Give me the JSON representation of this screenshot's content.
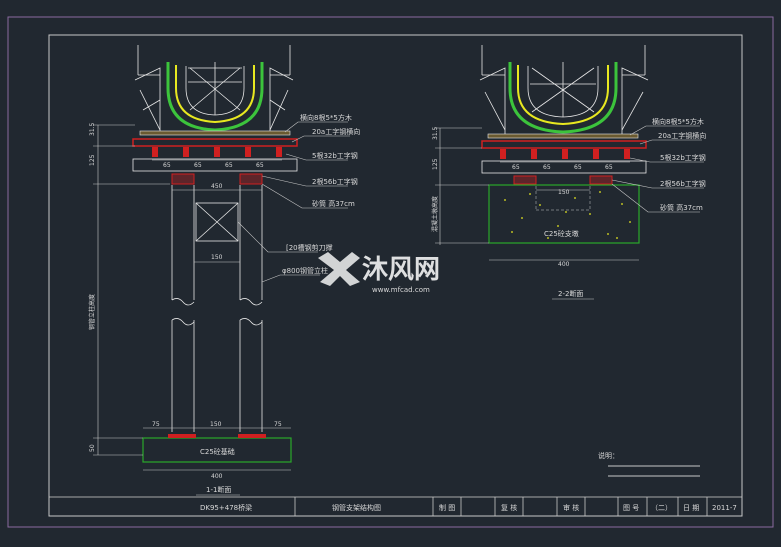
{
  "drawing": {
    "colors": {
      "background": "#212830",
      "frame": "#c8c8c8",
      "frame_outer": "#8a6aa0",
      "steel": "#e8e8e8",
      "pipe_green": "#3cc43c",
      "pipe_yellow": "#e8e820",
      "beam_red": "#d02020",
      "concrete_green": "#2aa82a",
      "dimension": "#c8c8c8"
    },
    "section_1": {
      "title": "1-1断面",
      "labels": {
        "wood": "横向8根5*5方木",
        "i_beam_20a": "20a工字钢横向",
        "i_beam_5x": "5根32b工字钢",
        "i_beam_2x": "2根56b工字钢",
        "sand": "砂筒 高37cm",
        "brace": "[20槽钢剪刀撑",
        "pile": "φ800钢管立柱"
      },
      "dims": {
        "d1": "31.5",
        "d2": "125",
        "spacings": [
          "65",
          "65",
          "65",
          "65"
        ],
        "d450": "450",
        "d150": "150",
        "height": "钢管立柱高度",
        "b75a": "75",
        "b150": "150",
        "b75b": "75",
        "d50": "50",
        "b400": "400"
      },
      "foundation": "C25砼基础"
    },
    "section_2": {
      "title": "2-2断面",
      "labels": {
        "wood": "横向8根5*5方木",
        "i_beam_20a": "20a工字钢横向",
        "i_beam_5x": "5根32b工字钢",
        "i_beam_2x": "2根56b工字钢",
        "sand": "砂筒 高37cm"
      },
      "dims": {
        "d1": "31.5",
        "d2": "125",
        "spacings": [
          "65",
          "65",
          "65",
          "65"
        ],
        "d150": "150",
        "height": "混凝土墩高度",
        "b400": "400"
      },
      "pier": "C25砼支墩"
    },
    "notes": {
      "title": "说明："
    },
    "title_block": {
      "project": "DK95+478桥梁",
      "drawing_name": "钢管支架结构图",
      "drawn": "制 图",
      "review": "复 核",
      "approve": "审 核",
      "fig_no_label": "图 号",
      "fig_no": "（二）",
      "date_label": "日 期",
      "date": "2011-7"
    },
    "watermark": {
      "brand": "沐风网",
      "url": "www.mfcad.com"
    }
  }
}
